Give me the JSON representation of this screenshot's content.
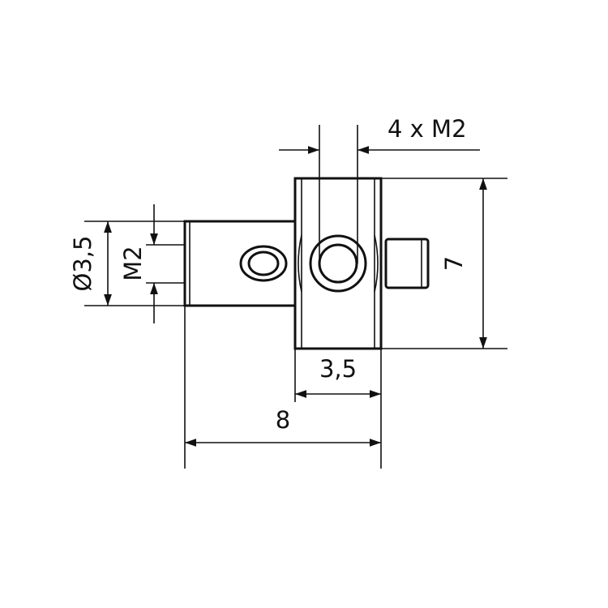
{
  "drawing": {
    "colors": {
      "line": "#111111",
      "background": "#ffffff"
    },
    "dimensions": {
      "thread_spec": "4 x M2",
      "block_height": "7",
      "block_width": "3,5",
      "overall_length": "8",
      "shaft_diameter": "Ø3,5",
      "shaft_thread": "M2"
    }
  }
}
